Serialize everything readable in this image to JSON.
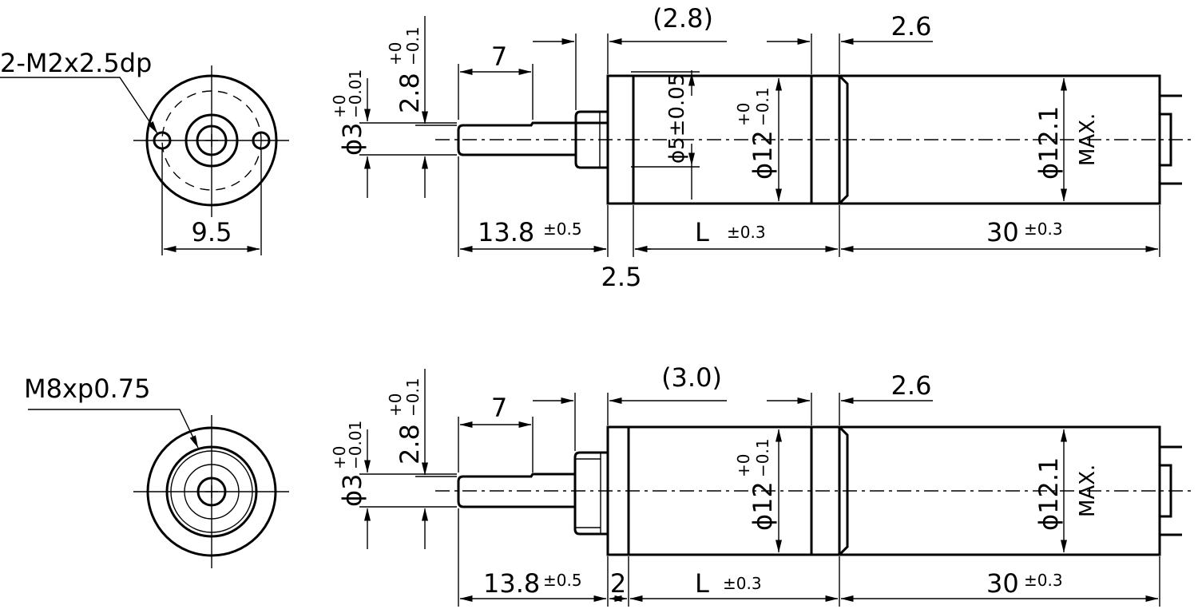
{
  "views": {
    "top": {
      "end_note": "2-M2x2.5dp",
      "end_width": "9.5",
      "shaft_dia": "ϕ3",
      "shaft_tol_upper": "+0",
      "shaft_tol_lower": "−0.01",
      "flat_dim": "2.8",
      "flat_tol_upper": "+0",
      "flat_tol_lower": "−0.1",
      "shaft_len_flat": "7",
      "boss_len": "(2.8)",
      "ring_len": "2.6",
      "boss_dia": "ϕ5±0.05",
      "body_dia": "ϕ12",
      "body_tol_upper": "+0",
      "body_tol_lower": "−0.1",
      "motor_dia": "ϕ12.1",
      "motor_dia_note": "MAX.",
      "shaft_len": "13.8",
      "shaft_len_tol": "±0.5",
      "gear_len": "L",
      "gear_len_tol": "±0.3",
      "motor_len": "30",
      "motor_len_tol": "±0.3",
      "gap": "2.5"
    },
    "bottom": {
      "end_note": "M8xp0.75",
      "shaft_dia": "ϕ3",
      "shaft_tol_upper": "+0",
      "shaft_tol_lower": "−0.01",
      "flat_dim": "2.8",
      "flat_tol_upper": "+0",
      "flat_tol_lower": "−0.1",
      "shaft_len_flat": "7",
      "boss_len": "(3.0)",
      "ring_len": "2.6",
      "body_dia": "ϕ12",
      "body_tol_upper": "+0",
      "body_tol_lower": "−0.1",
      "motor_dia": "ϕ12.1",
      "motor_dia_note": "MAX.",
      "shaft_len": "13.8",
      "shaft_len_tol": "±0.5",
      "gap": "2",
      "gear_len": "L",
      "gear_len_tol": "±0.3",
      "motor_len": "30",
      "motor_len_tol": "±0.3"
    }
  }
}
